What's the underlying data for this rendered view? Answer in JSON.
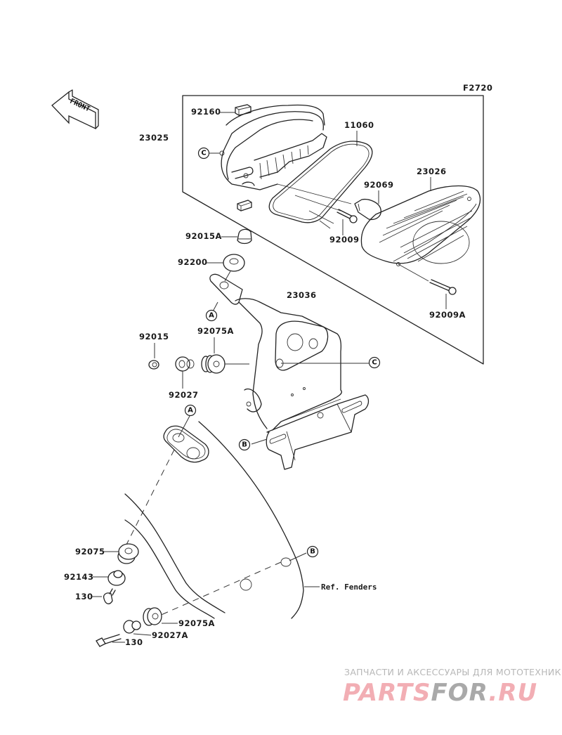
{
  "diagram": {
    "figure_code": "F2720",
    "direction_indicator": "FRONT",
    "callouts": {
      "c_top": "C",
      "c_right": "C",
      "a_upper": "A",
      "a_lower": "A",
      "b_upper": "B",
      "b_lower": "B"
    },
    "parts": {
      "p23025": "23025",
      "p92160": "92160",
      "p11060": "11060",
      "p23026": "23026",
      "p92069": "92069",
      "p92009": "92009",
      "p92009a": "92009A",
      "p92015a": "92015A",
      "p92200": "92200",
      "p23036": "23036",
      "p92015": "92015",
      "p92075a_top": "92075A",
      "p92027": "92027",
      "p92075": "92075",
      "p92143": "92143",
      "p130_upper": "130",
      "p92075a_bottom": "92075A",
      "p92027a": "92027A",
      "p130_lower": "130"
    },
    "reference_note": "Ref. Fenders"
  },
  "watermark": {
    "tagline": "ЗАПЧАСТИ И АКСЕССУАРЫ ДЛЯ МОТОТЕХНИКИ",
    "logo_part1": "PARTS",
    "logo_part2": "FOR",
    "logo_part3": ".RU",
    "color_primary": "#f2aeb4",
    "color_secondary": "#a9a9a9"
  }
}
